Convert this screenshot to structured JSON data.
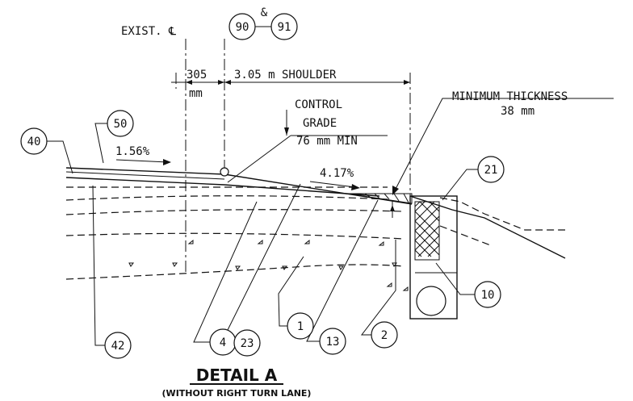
{
  "labels": {
    "exist_cl": "EXIST. ℄",
    "dim_305": "305",
    "dim_mm": "mm",
    "shoulder": "3.05 m SHOULDER",
    "control": "CONTROL",
    "grade": "GRADE",
    "min76": "76 mm MIN",
    "min_thick": "MINIMUM THICKNESS",
    "mm38": "38 mm",
    "slope1": "1.56%",
    "slope2": "4.17%",
    "amp": "&",
    "title": "DETAIL A",
    "subtitle": "(WITHOUT RIGHT TURN LANE)"
  },
  "callouts": {
    "c90": "90",
    "c91": "91",
    "c40": "40",
    "c50": "50",
    "c21": "21",
    "c10": "10",
    "c42": "42",
    "c4": "4",
    "c23": "23",
    "c1": "1",
    "c13": "13",
    "c2": "2"
  }
}
